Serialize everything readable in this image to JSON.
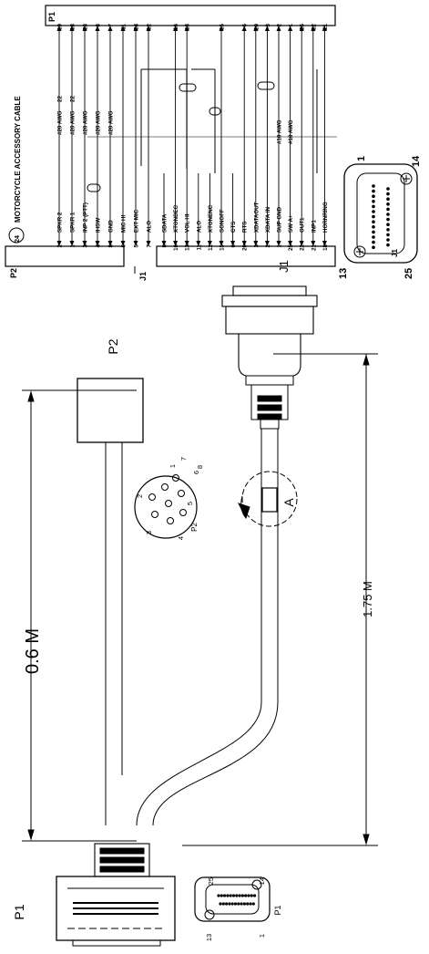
{
  "title": {
    "circle": "24",
    "text": "MOTORCYCLE ACCESSORY CABLE"
  },
  "dimensions": {
    "short": "0.6 M",
    "long": "1.75 M"
  },
  "connectors": {
    "p1": "P1",
    "p2": "P2",
    "j1": "J1",
    "detail": "A"
  },
  "p2_face": {
    "label": "P2",
    "pins": [
      "1",
      "2",
      "3",
      "4",
      "5",
      "6",
      "7",
      "8"
    ]
  },
  "p1_face": {
    "label": "P1",
    "pins": [
      "25",
      "14",
      "13",
      "1"
    ]
  },
  "j1_face": {
    "label": "J1",
    "pins": [
      "1",
      "14",
      "13",
      "25"
    ]
  },
  "upper_group": [
    {
      "p2": "2",
      "name": "SPKR 2",
      "awg": "#20 AWG",
      "p1": "19",
      "twisted": "22"
    },
    {
      "p2": "1",
      "name": "SPKR 1",
      "awg": "#20 AWG",
      "p1": "18",
      "twisted": "22"
    },
    {
      "p2": "3",
      "name": "INP 2 (PTT)",
      "awg": "#20 AWG",
      "p1": "23",
      "twisted": ""
    },
    {
      "p2": "4",
      "name": "IHSW",
      "awg": "#20 AWG",
      "p1": "8",
      "twisted": ""
    },
    {
      "p2": "8",
      "name": "GND",
      "awg": "#20 AWG",
      "p1": "7",
      "twisted": ""
    },
    {
      "p2": "6",
      "name": "MIC HI",
      "awg": "",
      "p1": "11",
      "twisted": ""
    },
    {
      "p2": "5",
      "name": "EXT MIC",
      "awg": "",
      "p1": "24",
      "twisted": ""
    },
    {
      "p2": "7",
      "name": "ALO",
      "awg": "",
      "p1": "12",
      "twisted": ""
    }
  ],
  "lower_group": [
    {
      "j1": "8",
      "name": "SDATA",
      "awg": "",
      "p1": ""
    },
    {
      "j1": "16",
      "name": "XTONDEC",
      "awg": "",
      "p1": "16"
    },
    {
      "j1": "13",
      "name": "VOL HI",
      "awg": "",
      "p1": "13"
    },
    {
      "j1": "11",
      "name": "ALO",
      "awg": "",
      "p1": ""
    },
    {
      "j1": "12",
      "name": "XTONENC",
      "awg": "",
      "p1": ""
    },
    {
      "j1": "15",
      "name": "SONOFF",
      "awg": "",
      "p1": "15"
    },
    {
      "j1": "6",
      "name": "CTS",
      "awg": "",
      "p1": ""
    },
    {
      "j1": "20",
      "name": "RTS",
      "awg": "",
      "p1": "6"
    },
    {
      "j1": "3",
      "name": "XDATAOUT",
      "awg": "",
      "p1": "20"
    },
    {
      "j1": "2",
      "name": "XDATA IN",
      "awg": "",
      "p1": "3"
    },
    {
      "j1": "1",
      "name": "SUP GND",
      "awg": "#18 AWG",
      "p1": "2"
    },
    {
      "j1": "25",
      "name": "SW A+",
      "awg": "#18 AWG",
      "p1": "1"
    },
    {
      "j1": "22",
      "name": "OUT1",
      "awg": "",
      "p1": "25"
    },
    {
      "j1": "21",
      "name": "INP1",
      "awg": "",
      "p1": "22"
    },
    {
      "j1": "18",
      "name": "HORNRING",
      "awg": "",
      "p1": "21"
    }
  ]
}
